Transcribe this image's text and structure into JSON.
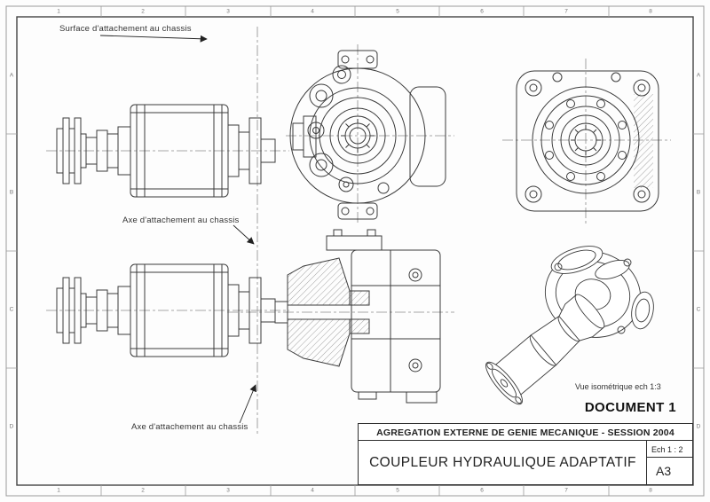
{
  "sheet": {
    "columns": [
      "1",
      "2",
      "3",
      "4",
      "5",
      "6",
      "7",
      "8"
    ],
    "rows": [
      "A",
      "B",
      "C",
      "D"
    ]
  },
  "annotations": {
    "surface_chassis": "Surface d'attachement au chassis",
    "axe_chassis_top": "Axe  d'attachement au chassis",
    "axe_chassis_bottom": "Axe  d'attachement au chassis",
    "iso_label": "Vue isométrique ech 1:3"
  },
  "title_block": {
    "document_label": "DOCUMENT 1",
    "header": "AGREGATION EXTERNE DE GENIE MECANIQUE - SESSION 2004",
    "scale_label": "Ech 1 : 2",
    "drawing_title": "COUPLEUR HYDRAULIQUE ADAPTATIF",
    "format_label": "A3"
  },
  "colors": {
    "line": "#3a3a3a",
    "centerline": "#8a8a8a",
    "frame": "#444444"
  }
}
